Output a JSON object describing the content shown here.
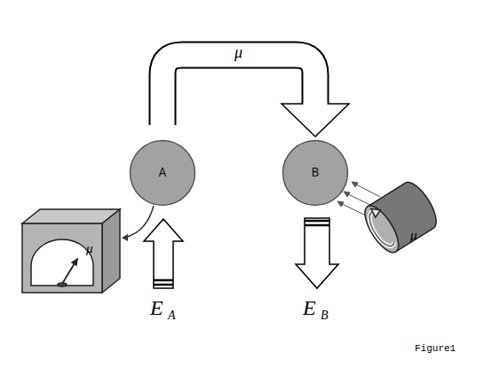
{
  "diagram": {
    "caption": "Figure1",
    "nodes": [
      {
        "text": [
          "A"
        ]
      },
      {
        "text": [
          "B"
        ]
      }
    ],
    "edges": [
      {
        "from": 0,
        "to": 1,
        "arrow": "to",
        "label": "μ"
      }
    ],
    "labels": [
      "μ",
      "E",
      "A",
      "E",
      "B",
      "μ"
    ]
  }
}
